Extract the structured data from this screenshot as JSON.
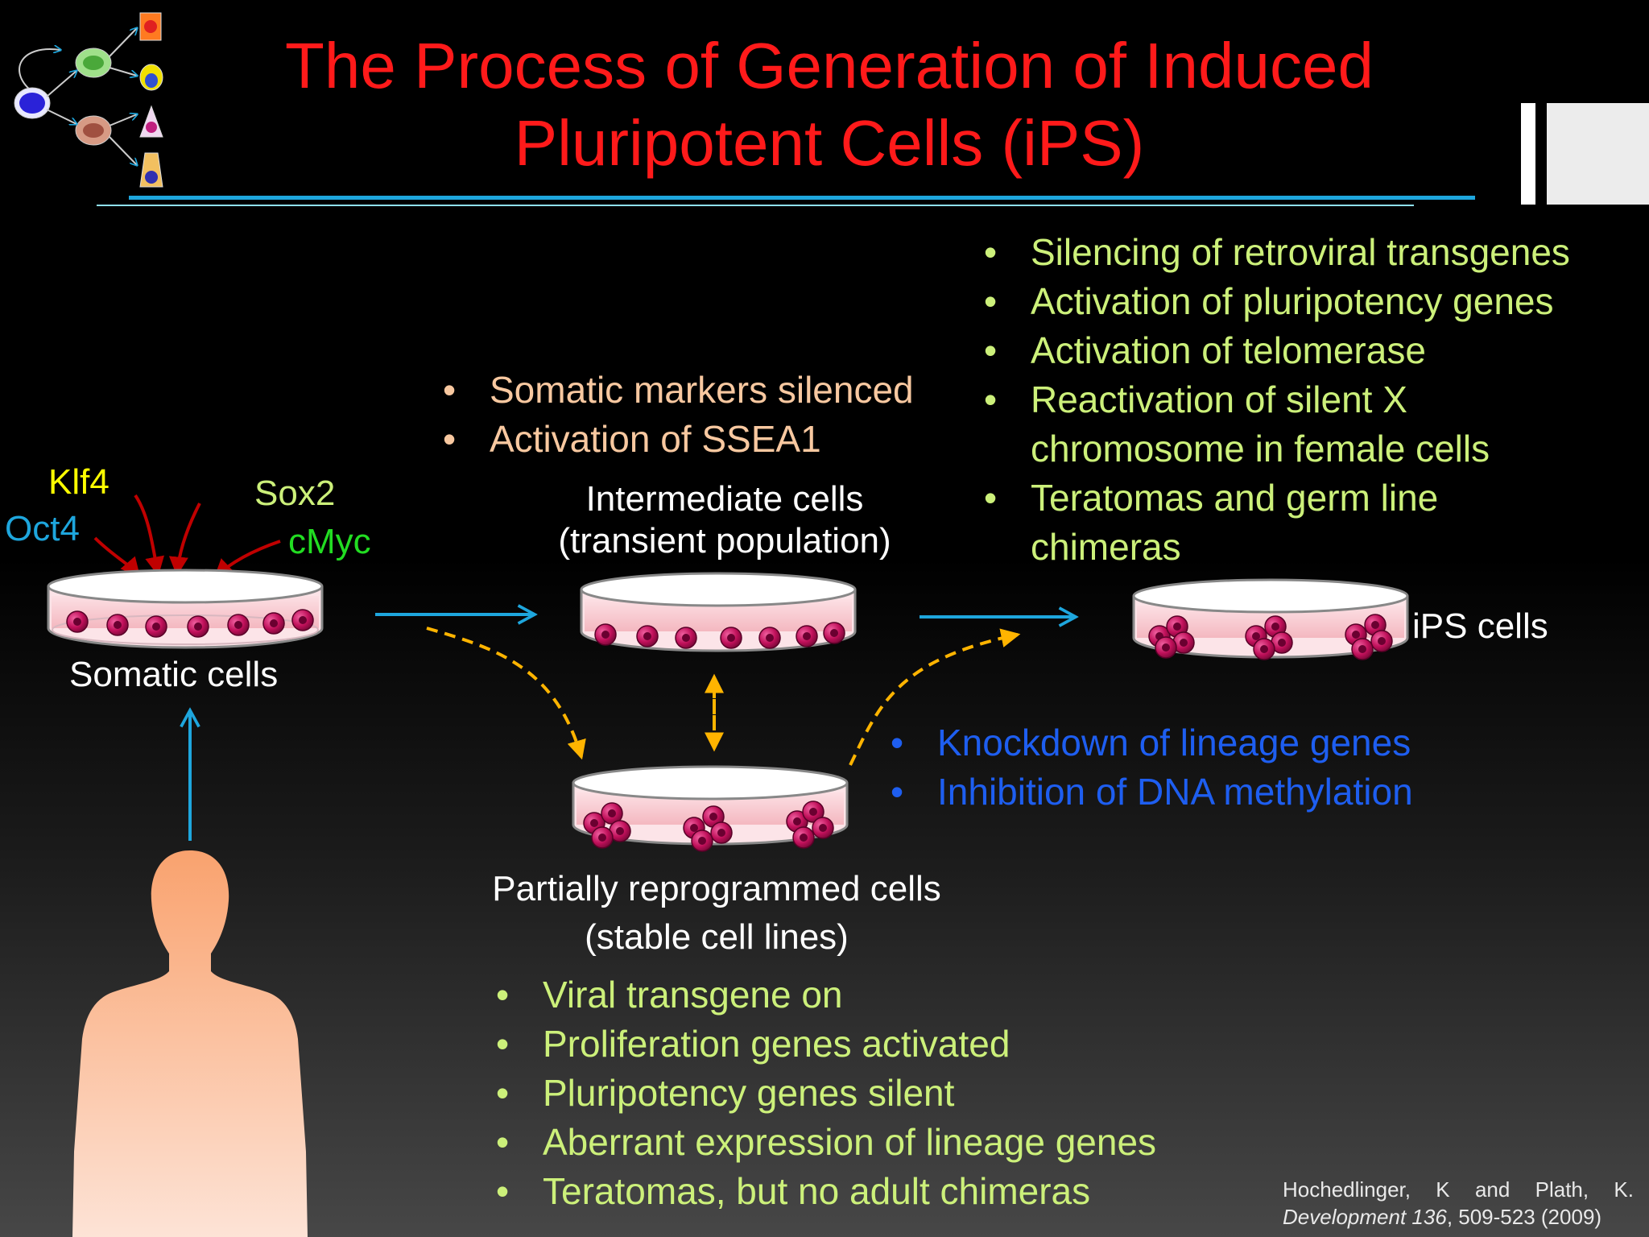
{
  "title": {
    "line1": "The Process of Generation of Induced",
    "line2": "Pluripotent Cells (iPS)"
  },
  "factors": {
    "klf4": "Klf4",
    "sox2": "Sox2",
    "oct4": "Oct4",
    "cmyc": "cMyc"
  },
  "stages": {
    "somatic": "Somatic cells",
    "intermediate_line1": "Intermediate cells",
    "intermediate_line2": "(transient population)",
    "ips": "iPS cells",
    "partial_line1": "Partially reprogrammed cells",
    "partial_line2": "(stable cell lines)"
  },
  "intermediate_bullets": [
    "Somatic markers silenced",
    "Activation of SSEA1"
  ],
  "ips_bullets": [
    "Silencing of retroviral transgenes",
    "Activation of pluripotency genes",
    "Activation of telomerase",
    "Reactivation of silent X",
    "Teratomas and germ line"
  ],
  "ips_continuations": [
    "chromosome in female cells",
    "chimeras"
  ],
  "knockdown_bullets": [
    "Knockdown of lineage genes",
    "Inhibition of DNA methylation"
  ],
  "partial_bullets": [
    "Viral transgene on",
    "Proliferation genes activated",
    "Pluripotency genes silent",
    "Aberrant expression of lineage genes",
    "Teratomas, but no adult chimeras"
  ],
  "citation": {
    "authors": [
      "Hochedlinger,",
      "K",
      "and",
      "Plath,",
      "K."
    ],
    "journal": "Development 136",
    "pages": ", 509-523 (2009)"
  },
  "colors": {
    "title": "#ff1a1a",
    "bullet_peach": "#f8c8a0",
    "bullet_green": "#ccf07a",
    "bullet_blue": "#1e5ef0",
    "label_white": "#ffffff",
    "klf4": "#ffff00",
    "sox2": "#ccf07a",
    "oct4": "#1ea6dd",
    "cmyc": "#22dd22",
    "flow_arrow": "#1ea6dd",
    "dashed_arrow": "#ffb400",
    "factor_arrow": "#c00000",
    "cell": "#c0105a",
    "person": "#f9a26e"
  },
  "icons": {
    "differentiation_tree": "cell-lineage-icon",
    "human": "human-silhouette-icon"
  }
}
